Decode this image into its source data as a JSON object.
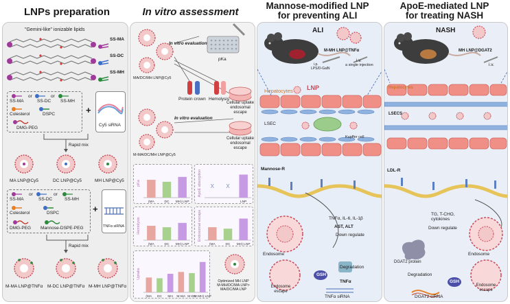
{
  "headers": {
    "col1": "LNPs preparation",
    "col2": "In vitro assessment",
    "col3_line1": "Mannose-modified LNP",
    "col3_line2": "for preventing ALI",
    "col4_line1": "ApoE-mediated LNP",
    "col4_line2": "for treating NASH"
  },
  "col1": {
    "gemini": "\"Gemini-like\" ionizable lipids",
    "lipid_labels": [
      "SS-MA",
      "SS-DC",
      "SS-MH"
    ],
    "box1": {
      "ss_ma": "SS-MA",
      "or1": "or",
      "ss_dc": "SS-DC",
      "or2": "or",
      "ss_mh": "SS-MH",
      "cholesterol": "Colesterol",
      "dspc": "DSPC",
      "dmg": "DMG-PEG"
    },
    "plus1": "+",
    "cargo1": "Cy5 siRNA",
    "rapid1": "Rapid mix",
    "products1": [
      "MA LNP@Cy5",
      "DC LNP@Cy5",
      "MH LNP@Cy5"
    ],
    "box2": {
      "ss_ma": "SS-MA",
      "or1": "or",
      "ss_dc": "SS-DC",
      "or2": "or",
      "ss_mh": "SS-MH",
      "cholesterol": "Colesterol",
      "dspc": "DSPC",
      "dmg": "DMG-PEG",
      "mannose": "Mannose-DSPE-PEG"
    },
    "plus2": "+",
    "cargo2": "TNFα siRNA",
    "rapid2": "Rapid mix",
    "products2": [
      "M-MA LNP@TNFα",
      "M-DC LNP@TNFα",
      "M-MH LNP@TNFα"
    ]
  },
  "col2": {
    "eval1": "In vitro evaluation",
    "pka": "pKa",
    "lnp_label1": "MA/DC/MH LNP@Cy5",
    "protein_crown": "Protein crown",
    "hemolysis": "Hemolysis",
    "uptake1_line1": "Cellular uptake",
    "uptake1_line2": "endosomal escape",
    "eval2": "In vitro evaluation",
    "lnp_label2": "M-MA/DC/MH LNP@Cy5",
    "uptake2_line1": "Cellular uptake",
    "uptake2_line2": "endosomal escape",
    "optimized_line1": "Optimized MH LNP",
    "optimized_line2": "M-MH/DC/MA LNP>",
    "optimized_line3": "MA/DC/MA LNP"
  },
  "chart_data": [
    {
      "type": "bar",
      "ylabel": "pKa",
      "categories": [
        "MA",
        "DC",
        "MH LNP"
      ],
      "xlabels": [
        "(MA",
        "DC",
        "MH) LNP"
      ],
      "values": [
        0.62,
        0.55,
        0.72
      ]
    },
    {
      "type": "bar",
      "ylabel": "ApoE absorption",
      "categories": [
        "MA",
        "DC",
        "MH LNP"
      ],
      "xlabels": [
        "",
        "",
        "LNP"
      ],
      "markers": [
        "X",
        "X",
        ""
      ],
      "values": [
        0,
        0,
        0.8
      ]
    },
    {
      "type": "bar",
      "ylabel": "Hemolysis",
      "categories": [
        "MA",
        "DC",
        "MH LNP"
      ],
      "xlabels": [
        "(MA",
        "DC",
        "MH) LNP"
      ],
      "values": [
        0.5,
        0.45,
        0.6
      ]
    },
    {
      "type": "bar",
      "ylabel": "Endosomal escape",
      "categories": [
        "MA",
        "DC",
        "MH LNP"
      ],
      "xlabels": [
        "(MA",
        "DC",
        "MH) LNP"
      ],
      "values": [
        0.45,
        0.4,
        0.75
      ]
    },
    {
      "type": "bar",
      "ylabel": "Uptake",
      "categories": [
        "MA",
        "DC",
        "MH",
        "M-MA",
        "M-DC",
        "M-MH LNP"
      ],
      "xlabels": [
        "(MA",
        "DC",
        "MH",
        "M-MA",
        "M-DC",
        "M-MH) LNP"
      ],
      "values": [
        0.4,
        0.38,
        0.5,
        0.55,
        0.52,
        0.82
      ]
    }
  ],
  "col3": {
    "ali": "ALI",
    "lnp_label": "M-MH LNP@TNFα",
    "iv": "i.v.",
    "single": "a single injection",
    "ip": "i.p.",
    "lps": "LPS/D-GalN",
    "lnp": "LNP",
    "hepatocytes": "Hepatocytes",
    "lsec": "LSEC",
    "kupffer": "Kupffer cell",
    "mannose_r": "Mannose-R",
    "cytokines": "TNFα, IL-6, IL-1β",
    "enzymes": "AST, ALT",
    "down": "Down regulate",
    "endosome": "Endosome",
    "gsh": "GSH",
    "tnf": "TNFα",
    "degradation": "Degradation",
    "escape_line1": "Endosome",
    "escape_line2": "escape",
    "sirna": "TNFα siRNA"
  },
  "col4": {
    "nash": "NASH",
    "lnp_label": "MH LNP@DGAT2",
    "iv": "i.v.",
    "hepatocytes": "Hepatocytes",
    "lsecs": "LSECS",
    "ldlr": "LDL-R",
    "lipids_line1": "TG, T-CHO,",
    "lipids_line2": "cytokines",
    "down": "Down regulate",
    "protein": "DGAT2 protein",
    "endosome": "Endosome",
    "degradation": "Degradation",
    "gsh": "GSH",
    "escape_line1": "Endosome",
    "escape_line2": "escape",
    "sirna": "DGAT2 siRNA"
  },
  "colors": {
    "panel1": "#eeeeee",
    "panel2": "#f2f2f2",
    "panel3": "#e8eef7",
    "panel4": "#eaeff7",
    "lnp_red": "#c84a5a",
    "hepatocyte": "#ef8f86",
    "lsec": "#8fb3de",
    "lipid_magenta": "#a0399b",
    "bar_green": "#a9d18e",
    "bar_pink": "#e8a6a0",
    "bar_purple": "#c79be3"
  }
}
